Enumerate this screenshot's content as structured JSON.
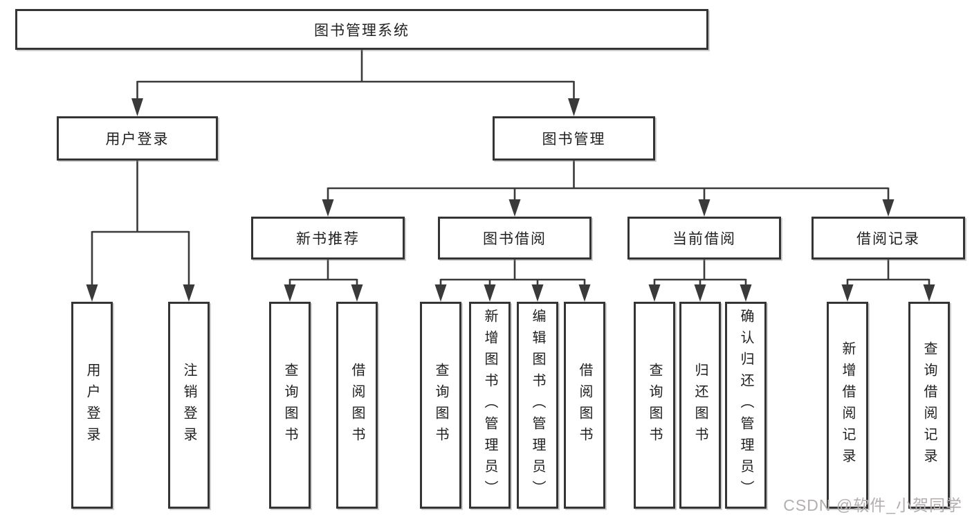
{
  "page": {
    "background_color": "#ffffff",
    "line_color": "#3a3a3a",
    "box_fill": "#ffffff",
    "box_border_color": "#343434",
    "text_color": "#1f1f1f"
  },
  "watermark": {
    "text": "CSDN @软件_小贺同学",
    "color": "#b5aeae"
  },
  "diagram": {
    "type": "hierarchy-tree",
    "root": {
      "label": "图书管理系统"
    },
    "level2": [
      {
        "id": "user-login",
        "label": "用户登录",
        "parent": "root"
      },
      {
        "id": "book-management",
        "label": "图书管理",
        "parent": "root"
      }
    ],
    "level3": [
      {
        "id": "new-book-recommend",
        "label": "新书推荐",
        "parent": "book-management"
      },
      {
        "id": "book-borrow",
        "label": "图书借阅",
        "parent": "book-management"
      },
      {
        "id": "current-borrow",
        "label": "当前借阅",
        "parent": "book-management"
      },
      {
        "id": "borrow-records",
        "label": "借阅记录",
        "parent": "book-management"
      }
    ],
    "level4": [
      {
        "label": "用户登录",
        "parent": "user-login"
      },
      {
        "label": "注销登录",
        "parent": "user-login"
      },
      {
        "label": "查询图书",
        "parent": "new-book-recommend"
      },
      {
        "label": "借阅图书",
        "parent": "new-book-recommend"
      },
      {
        "label": "查询图书",
        "parent": "book-borrow"
      },
      {
        "label": "新增图书（管理员）",
        "parent": "book-borrow"
      },
      {
        "label": "编辑图书（管理员）",
        "parent": "book-borrow"
      },
      {
        "label": "借阅图书",
        "parent": "book-borrow"
      },
      {
        "label": "查询图书",
        "parent": "current-borrow"
      },
      {
        "label": "归还图书",
        "parent": "current-borrow"
      },
      {
        "label": "确认归还（管理员）",
        "parent": "current-borrow"
      },
      {
        "label": "新增借阅记录",
        "parent": "borrow-records"
      },
      {
        "label": "查询借阅记录",
        "parent": "borrow-records"
      }
    ]
  }
}
